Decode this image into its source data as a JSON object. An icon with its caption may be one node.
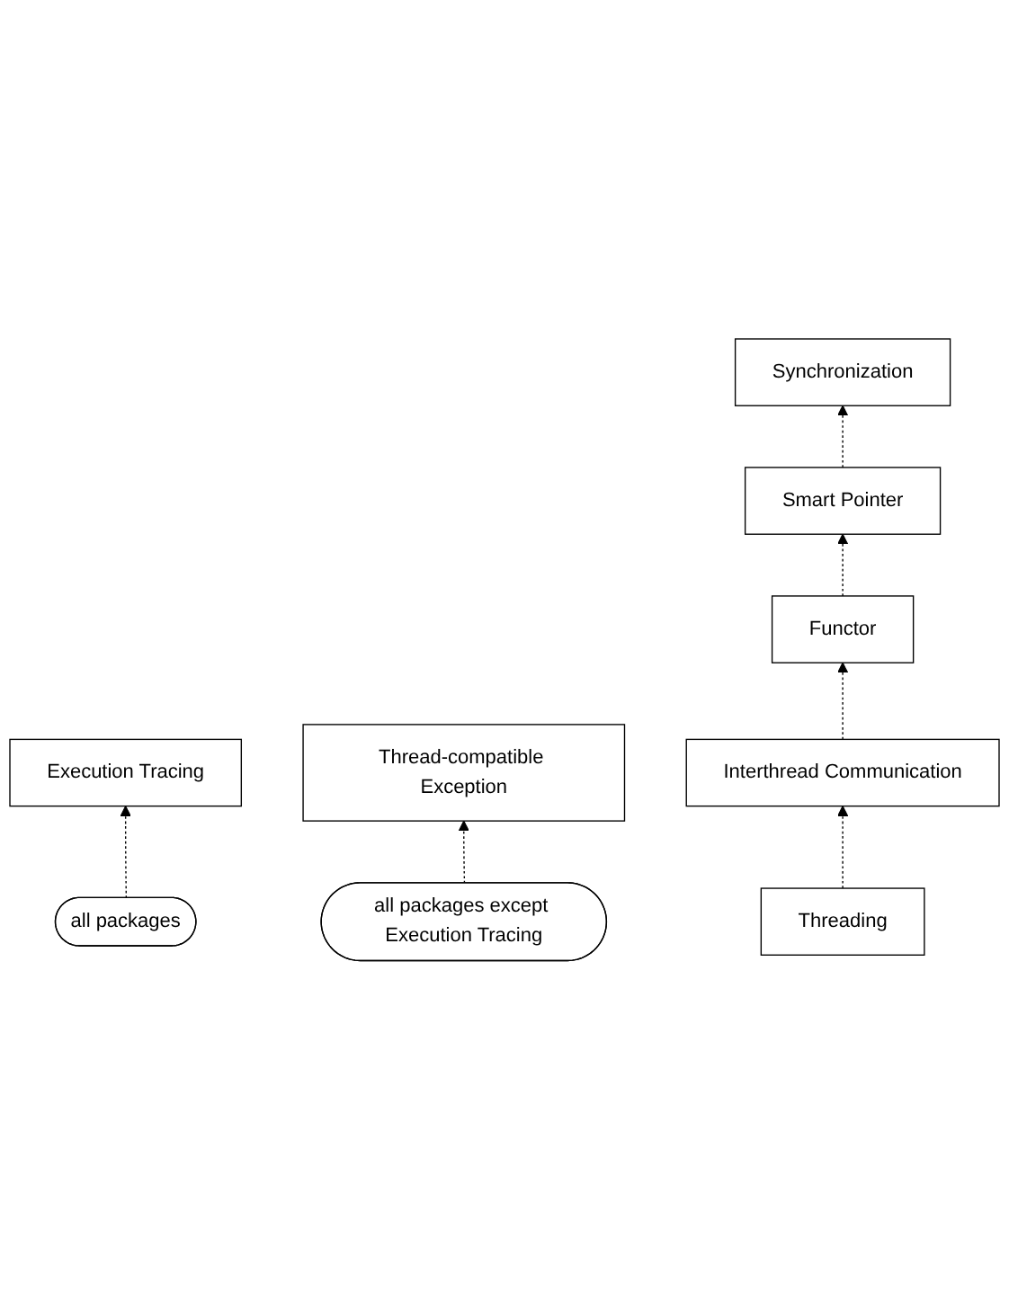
{
  "diagram": {
    "nodes": [
      {
        "text": [
          "Execution Tracing"
        ]
      },
      {
        "text": [
          "all packages"
        ]
      },
      {
        "text": [
          "Thread-compatible Exception"
        ]
      },
      {
        "text": [
          "all packages except Execution Tracing"
        ]
      },
      {
        "text": [
          "Synchronization"
        ]
      },
      {
        "text": [
          "Smart Pointer"
        ]
      },
      {
        "text": [
          "Functor"
        ]
      },
      {
        "text": [
          "Interthread Communication"
        ]
      },
      {
        "text": [
          "Threading"
        ]
      }
    ],
    "edges": [
      {
        "from": 1,
        "to": 0,
        "arrow": "to",
        "style": "dashed"
      },
      {
        "from": 3,
        "to": 2,
        "arrow": "to",
        "style": "dashed"
      },
      {
        "from": 5,
        "to": 4,
        "arrow": "to",
        "style": "dashed"
      },
      {
        "from": 6,
        "to": 5,
        "arrow": "to",
        "style": "dashed"
      },
      {
        "from": 7,
        "to": 6,
        "arrow": "to",
        "style": "dashed"
      },
      {
        "from": 8,
        "to": 7,
        "arrow": "to",
        "style": "dashed"
      }
    ]
  }
}
